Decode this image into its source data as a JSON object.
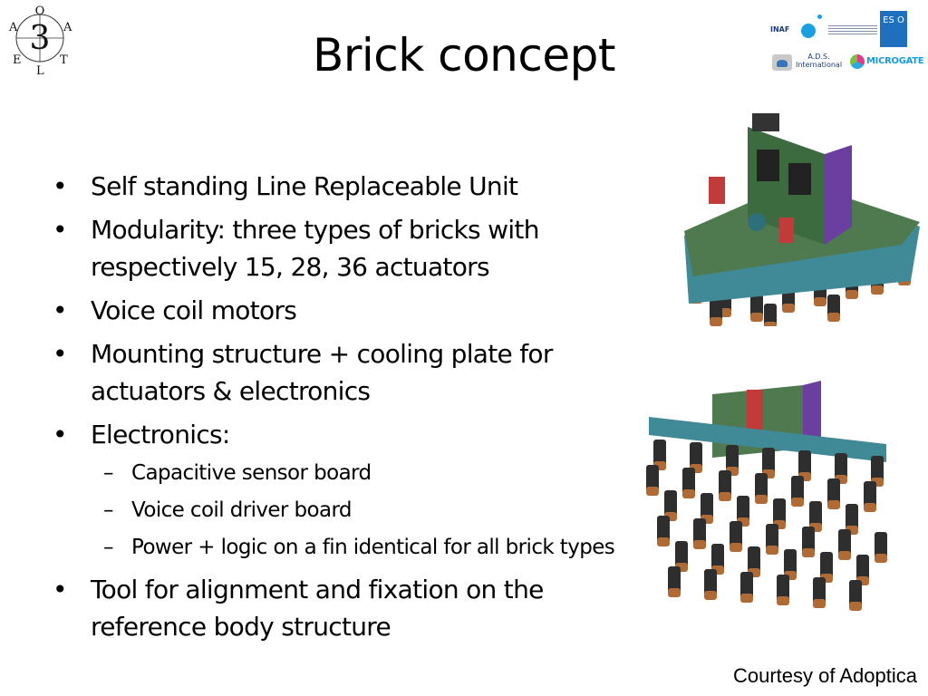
{
  "title": "Brick concept",
  "logo_left": {
    "icon": "elt-3-logo-icon",
    "letters": [
      "O",
      "3",
      "A",
      "A",
      "E",
      "T",
      "L"
    ]
  },
  "logos_right": {
    "inaf": "INAF",
    "eso": "ES O",
    "ads": "A.D.S.\nInternational",
    "microgate": "MICROGATE"
  },
  "bullets": [
    {
      "level": 1,
      "lines": [
        "Self standing Line Replaceable Unit"
      ]
    },
    {
      "level": 1,
      "lines": [
        "Modularity: three types of bricks with",
        "respectively 15, 28, 36 actuators"
      ]
    },
    {
      "level": 1,
      "lines": [
        "Voice coil motors"
      ]
    },
    {
      "level": 1,
      "lines": [
        "Mounting structure + cooling plate for",
        "actuators & electronics"
      ]
    },
    {
      "level": 1,
      "lines": [
        "Electronics:"
      ]
    },
    {
      "level": 2,
      "lines": [
        "Capacitive sensor board"
      ]
    },
    {
      "level": 2,
      "lines": [
        "Voice coil driver board"
      ]
    },
    {
      "level": 2,
      "lines": [
        "Power + logic on a fin identical for all brick types"
      ]
    },
    {
      "level": 1,
      "lines": [
        "Tool for alignment and fixation on the",
        "reference body structure"
      ]
    }
  ],
  "images": [
    {
      "name": "brick-top-render",
      "icon": "brick-3d-render-icon"
    },
    {
      "name": "brick-side-render",
      "icon": "brick-actuators-render-icon"
    }
  ],
  "caption": "Courtesy of Adoptica",
  "colors": {
    "plate_green": "#4f7a50",
    "base_teal": "#3f8a96",
    "fin_purple": "#6a3fa0",
    "coil_copper": "#b06a35",
    "coil_dark": "#2e2e2e"
  }
}
